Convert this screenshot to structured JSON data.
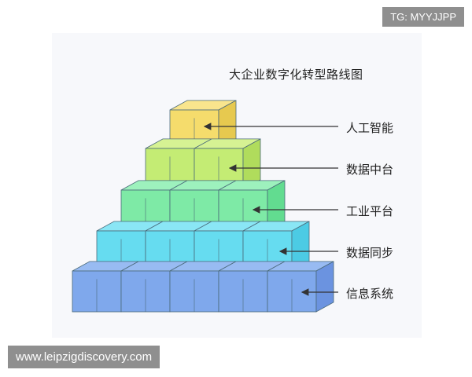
{
  "watermark_top": "TG: MYYJJPP",
  "watermark_bottom": "www.leipzigdiscovery.com",
  "diagram": {
    "title": "大企业数字化转型路线图",
    "levels": [
      {
        "label": "人工智能",
        "cubes": 1,
        "color": "#f5dc6c",
        "side": "#e7c94f",
        "top": "#f9e58d"
      },
      {
        "label": "数据中台",
        "cubes": 2,
        "color": "#c4ec74",
        "side": "#b0dc5c",
        "top": "#d6f293"
      },
      {
        "label": "工业平台",
        "cubes": 3,
        "color": "#7eeaa6",
        "side": "#62dc90",
        "top": "#9df1bd"
      },
      {
        "label": "数据同步",
        "cubes": 4,
        "color": "#66dcf0",
        "side": "#4ccbe4",
        "top": "#8ae6f5"
      },
      {
        "label": "信息系统",
        "cubes": 5,
        "color": "#7fa8ec",
        "side": "#6b93e0",
        "top": "#98bbf2"
      }
    ]
  }
}
